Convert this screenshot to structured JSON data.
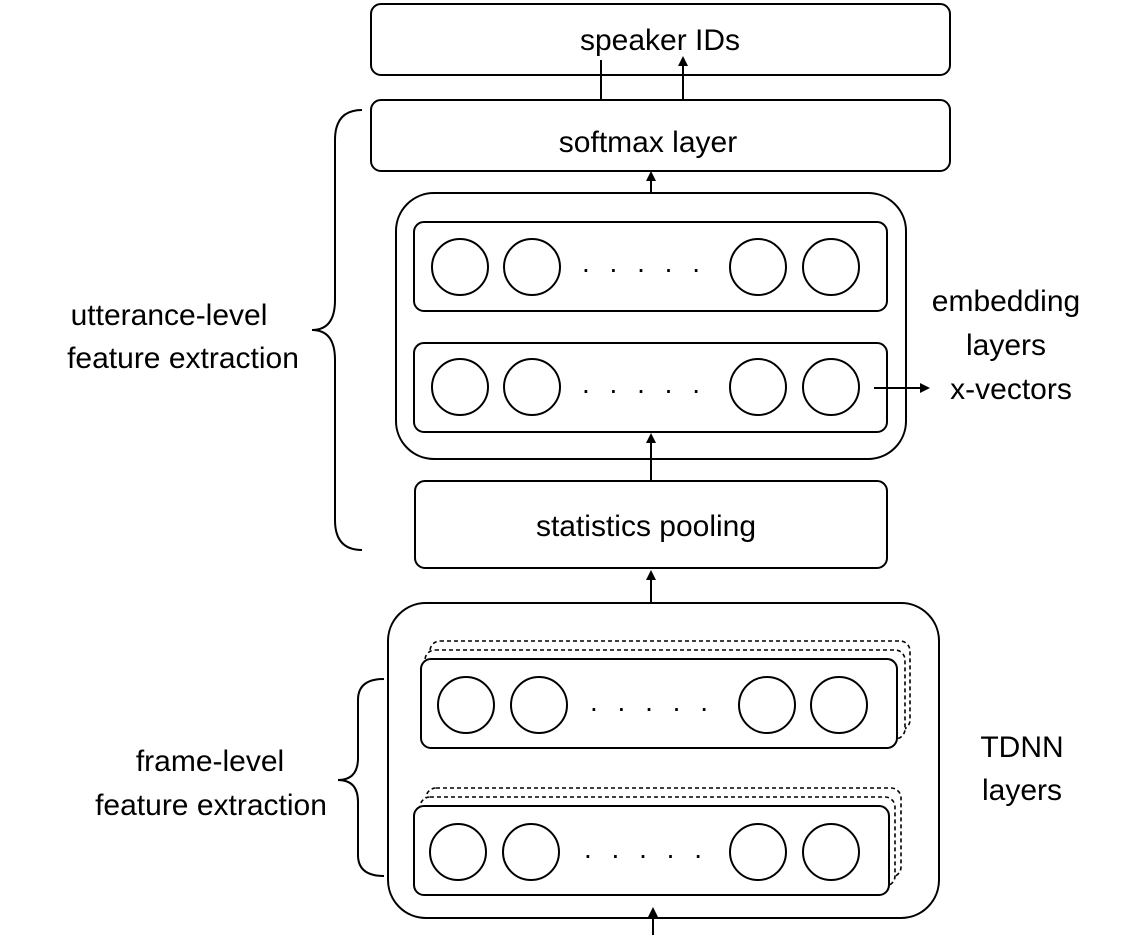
{
  "labels": {
    "speaker_ids": "speaker IDs",
    "softmax_layer": "softmax layer",
    "statistics_pooling": "statistics pooling",
    "embedding_line1": "embedding",
    "embedding_line2": "layers",
    "xvectors": "x-vectors",
    "tdnn_line1": "TDNN",
    "tdnn_line2": "layers",
    "utterance_line1": "utterance-level",
    "utterance_line2": "feature extraction",
    "frame_line1": "frame-level",
    "frame_line2": "feature extraction"
  },
  "ellipsis": ". . . . ."
}
